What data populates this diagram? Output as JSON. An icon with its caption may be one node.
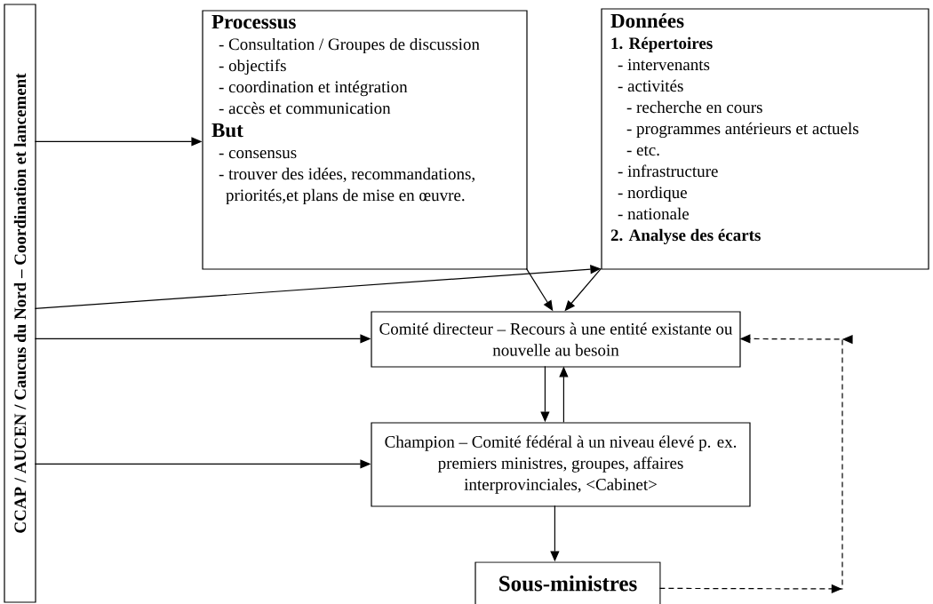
{
  "diagram": {
    "nodes": [
      {
        "text": [
          "CCAP / AUCEN / Caucus du Nord – Coordination et lancement"
        ]
      },
      {
        "text": [
          "Processus",
          "- Consultation / Groupes de discussion",
          "- objectifs",
          "- coordination et intégration",
          "- accès et communication",
          "But",
          "- consensus",
          "- trouver des idées, recommandations, priorités,et plans de mise en œuvre."
        ]
      },
      {
        "text": [
          "Données",
          "1. Répertoires",
          "- intervenants",
          "- activités",
          "- recherche en cours",
          "- programmes antérieurs et actuels",
          "- etc.",
          "- infrastructure",
          "- nordique",
          "- nationale",
          "2. Analyse des écarts"
        ]
      },
      {
        "text": [
          "Comité directeur – Recours à une entité existante ou nouvelle au besoin"
        ]
      },
      {
        "text": [
          "Champion – Comité fédéral à un niveau élevé p. ex. premiers ministres, groupes, affaires interprovinciales, <Cabinet>"
        ]
      },
      {
        "text": [
          "Sous-ministres"
        ]
      }
    ],
    "edges": [
      {
        "from": 0,
        "to": 1,
        "arrow": "to"
      },
      {
        "from": 0,
        "to": 2,
        "arrow": "to"
      },
      {
        "from": 0,
        "to": 3,
        "arrow": "to"
      },
      {
        "from": 0,
        "to": 4,
        "arrow": "to"
      },
      {
        "from": 1,
        "to": 3,
        "arrow": "to"
      },
      {
        "from": 2,
        "to": 3,
        "arrow": "to"
      },
      {
        "from": 3,
        "to": 4,
        "arrow": "to"
      },
      {
        "from": 4,
        "to": 3,
        "arrow": "to"
      },
      {
        "from": 4,
        "to": 5,
        "arrow": "to"
      },
      {
        "from": 5,
        "to": 3,
        "arrow": "to",
        "style": "dashed"
      }
    ]
  }
}
